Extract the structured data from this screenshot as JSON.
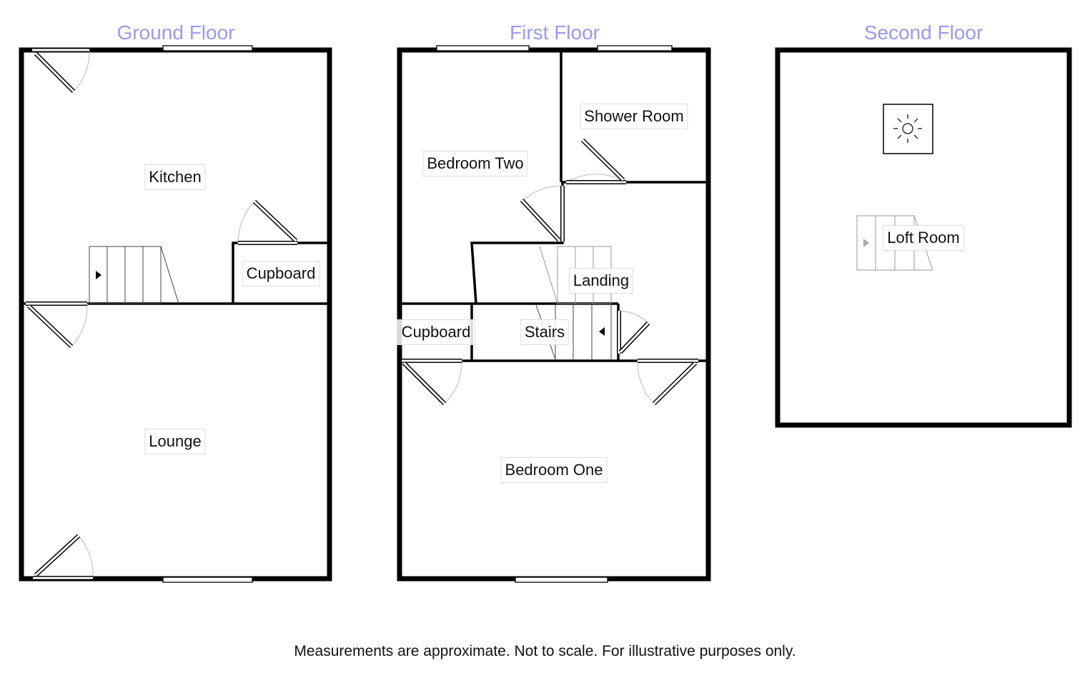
{
  "floors": {
    "ground": {
      "title": "Ground Floor",
      "rooms": {
        "kitchen": "Kitchen",
        "cupboard": "Cupboard",
        "lounge": "Lounge"
      }
    },
    "first": {
      "title": "First Floor",
      "rooms": {
        "bedroom_two": "Bedroom Two",
        "shower_room": "Shower Room",
        "landing": "Landing",
        "cupboard": "Cupboard",
        "stairs": "Stairs",
        "bedroom_one": "Bedroom One"
      }
    },
    "second": {
      "title": "Second Floor",
      "rooms": {
        "loft_room": "Loft Room"
      }
    }
  },
  "footer": "Measurements are approximate. Not to scale. For illustrative purposes only.",
  "colors": {
    "title": "#9a9af0",
    "wall": "#000000"
  }
}
